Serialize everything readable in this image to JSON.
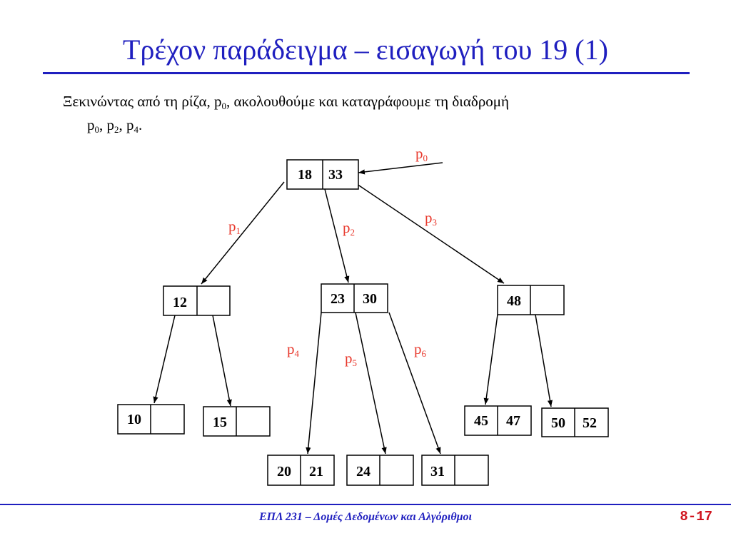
{
  "title": "Τρέχον παράδειγμα  – εισαγωγή του 19 (1)",
  "intro": {
    "line1_prefix": "Ξεκινώντας από τη ρίζα, p",
    "line1_sub": "0",
    "line1_suffix": ", ακολουθούμε και καταγράφουμε τη διαδρομή",
    "line2": [
      {
        "text": "p",
        "sub": "0",
        "after": ", "
      },
      {
        "text": "p",
        "sub": "2",
        "after": ", "
      },
      {
        "text": "p",
        "sub": "4",
        "after": "."
      }
    ]
  },
  "nodes": [
    {
      "id": "root",
      "keys": [
        "18",
        "33"
      ]
    },
    {
      "id": "n12",
      "keys": [
        "12",
        ""
      ]
    },
    {
      "id": "n2330",
      "keys": [
        "23",
        "30"
      ]
    },
    {
      "id": "n48",
      "keys": [
        "48",
        ""
      ]
    },
    {
      "id": "n10",
      "keys": [
        "10",
        ""
      ]
    },
    {
      "id": "n15",
      "keys": [
        "15",
        ""
      ]
    },
    {
      "id": "n2021",
      "keys": [
        "20",
        "21"
      ]
    },
    {
      "id": "n24",
      "keys": [
        "24",
        ""
      ]
    },
    {
      "id": "n31",
      "keys": [
        "31",
        ""
      ]
    },
    {
      "id": "n4547",
      "keys": [
        "45",
        "47"
      ]
    },
    {
      "id": "n5052",
      "keys": [
        "50",
        "52"
      ]
    }
  ],
  "pointer_labels": [
    {
      "id": "p0",
      "base": "p",
      "sub": "0"
    },
    {
      "id": "p1",
      "base": "p",
      "sub": "1"
    },
    {
      "id": "p2",
      "base": "p",
      "sub": "2"
    },
    {
      "id": "p3",
      "base": "p",
      "sub": "3"
    },
    {
      "id": "p4",
      "base": "p",
      "sub": "4"
    },
    {
      "id": "p5",
      "base": "p",
      "sub": "5"
    },
    {
      "id": "p6",
      "base": "p",
      "sub": "6"
    }
  ],
  "footer": "ΕΠΛ 231 – Δομές Δεδομένων και Αλγόριθμοι",
  "slide_number": "8-17",
  "colors": {
    "title": "#1f1fbf",
    "pointer_label": "#e8382c",
    "slide_number": "#d0141e"
  }
}
